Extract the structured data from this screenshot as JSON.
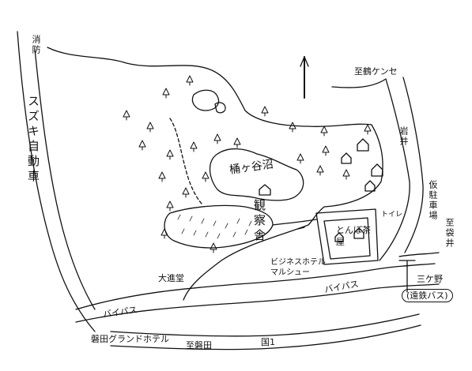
{
  "map": {
    "background_color": "#ffffff",
    "ink_color": "#111111",
    "labels": {
      "fire_station": "消防",
      "suzuki_car": "スズキ自動車",
      "tsuru_kensetsu": "至鶴ケンセ",
      "iwai": "岩井",
      "okegayanuma": "桶ヶ谷沼",
      "observation_house": "観察舎",
      "tombo_teahouse": "とんぼ茶屋",
      "parking": "仮駐車場",
      "to_fukuroi": "至袋井",
      "business_hotel": "ビジネスホテル マルシュー",
      "daishindo": "大進堂",
      "mikano": "三ケ野",
      "entetsu_bus": "(遠鉄バス)",
      "bypass_left": "バイパス",
      "bypass_right": "バイパス",
      "iwata_grand_hotel": "磐田グランドホテル",
      "to_iwata": "至磐田",
      "route1": "国1",
      "toilet": "トイレ"
    },
    "icons": [
      "north-arrow-icon",
      "tree-icon",
      "house-icon",
      "bus-stop-icon"
    ]
  }
}
